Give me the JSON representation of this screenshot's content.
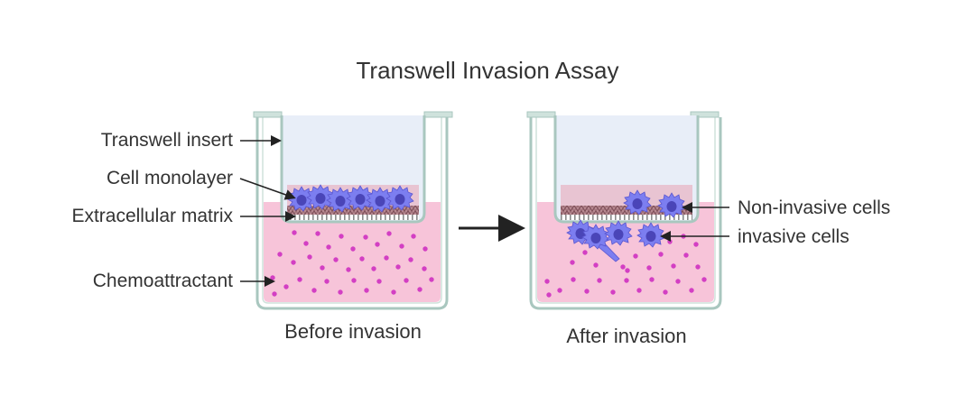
{
  "title": "Transwell Invasion Assay",
  "labels": {
    "transwell_insert": "Transwell insert",
    "cell_monolayer": "Cell monolayer",
    "extracellular_matrix": "Extracellular matrix",
    "chemoattractant": "Chemoattractant",
    "non_invasive_cells": "Non-invasive cells",
    "invasive_cells": "invasive cells"
  },
  "captions": {
    "before": "Before invasion",
    "after": "After invasion"
  },
  "colors": {
    "well_outline": "#a9c7bf",
    "medium": "#f7c4d9",
    "insert_fill": "#e8eef8",
    "matrix_band": "#a8767f",
    "monolayer_fill": "#e7bccb",
    "cell": "#7c7ef0",
    "cell_nucleus": "#4a45b8",
    "chemoattractant_dot": "#d33fc3",
    "arrow": "#222222"
  }
}
